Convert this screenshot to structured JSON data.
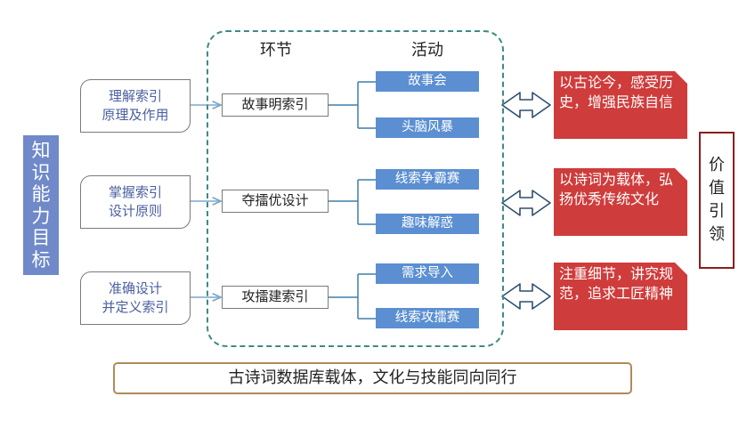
{
  "left_label": "知识能力目标",
  "right_label": "价值引领",
  "headers": {
    "link": "环节",
    "activity": "活动"
  },
  "rows": [
    {
      "goal": [
        "理解索引",
        "原理及作用"
      ],
      "link": "故事明索引",
      "activities": [
        "故事会",
        "头脑风暴"
      ],
      "value": "以古论今，感受历史，增强民族自信"
    },
    {
      "goal": [
        "掌握索引",
        "设计原则"
      ],
      "link": "夺擂优设计",
      "activities": [
        "线索争霸赛",
        "趣味解惑"
      ],
      "value": "以诗词为载体，弘扬优秀传统文化"
    },
    {
      "goal": [
        "准确设计",
        "并定义索引"
      ],
      "link": "攻擂建索引",
      "activities": [
        "需求导入",
        "线索攻擂赛"
      ],
      "value": "注重细节，讲究规范，追求工匠精神"
    }
  ],
  "bottom_banner": "古诗词数据库载体，文化与技能同向同行",
  "colors": {
    "left_block": "#6f89c9",
    "activity_fill": "#5b8fd1",
    "value_fill": "#cf3c3c",
    "dashed_border": "#3f8a85",
    "right_border": "#8b1e1e",
    "bottom_border": "#b08a5a"
  }
}
